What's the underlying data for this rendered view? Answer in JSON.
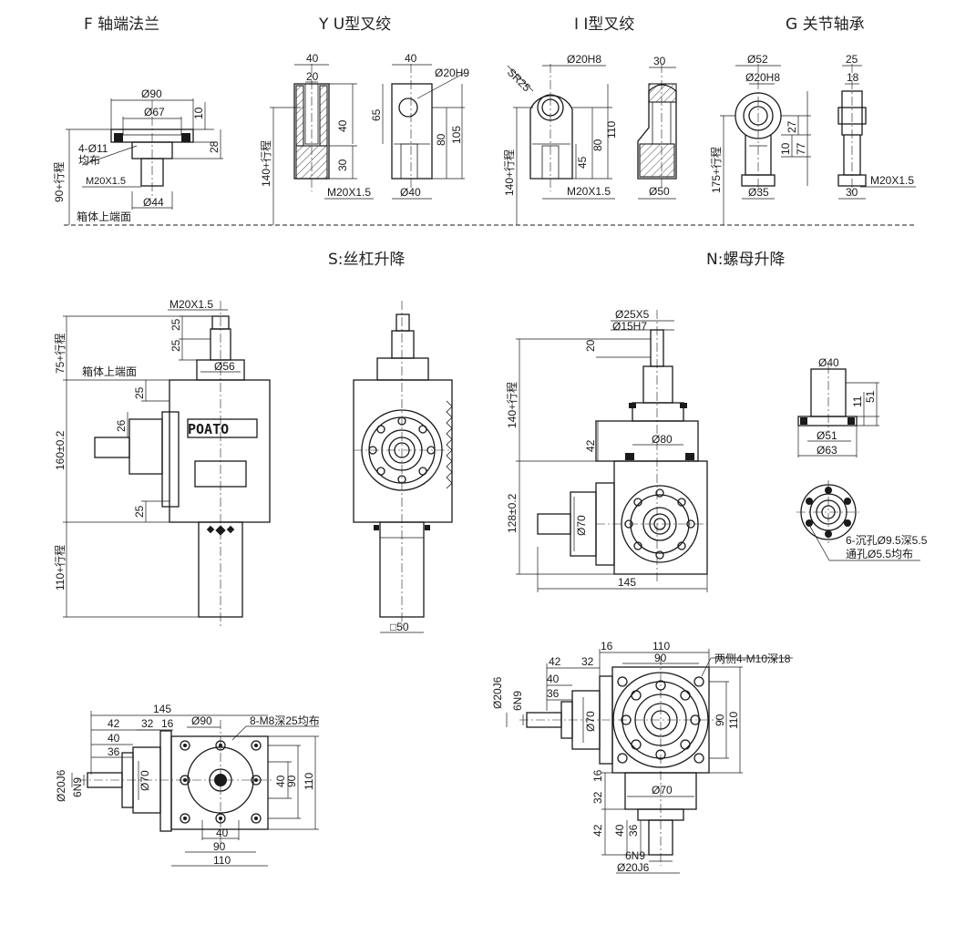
{
  "titles": {
    "f": "F 轴端法兰",
    "yu": "Y U型叉绞",
    "ii": "I I型叉绞",
    "g": "G 关节轴承",
    "s": "S:丝杠升降",
    "n": "N:螺母升降"
  },
  "flange_f": {
    "d90": "Ø90",
    "d67": "Ø67",
    "h10": "10",
    "h28": "28",
    "holes": "4-Ø11",
    "even": "均布",
    "thread": "M20X1.5",
    "d44": "Ø44",
    "stroke": "90+行程",
    "ref": "箱体上端面"
  },
  "yu": {
    "w40a": "40",
    "w20": "20",
    "h40": "40",
    "h30": "30",
    "stroke": "140+行程",
    "thread": "M20X1.5",
    "w40b": "40",
    "pin": "Ø20H9",
    "h65": "65",
    "h80": "80",
    "h105": "105",
    "d40": "Ø40"
  },
  "ii": {
    "sr": "SR25",
    "pin": "Ø20H8",
    "w30": "30",
    "h110": "110",
    "h80": "80",
    "h45": "45",
    "stroke": "140+行程",
    "thread": "M20X1.5",
    "d50": "Ø50"
  },
  "g": {
    "d52": "Ø52",
    "pin": "Ø20H8",
    "h27": "27",
    "h10": "10",
    "h77": "77",
    "stroke": "175+行程",
    "d35": "Ø35",
    "w25": "25",
    "w18": "18",
    "w30": "30",
    "thread": "M20X1.5"
  },
  "s": {
    "thread": "M20X1.5",
    "h25a": "25",
    "h25b": "25",
    "stroke75": "75+行程",
    "d56": "Ø56",
    "ref": "箱体上端面",
    "h25c": "25",
    "h26": "26",
    "h160": "160±0.2",
    "h25d": "25",
    "stroke110": "110+行程",
    "logo": "POATO",
    "sq50": "□50"
  },
  "n": {
    "d25": "Ø25X5",
    "d15": "Ø15H7",
    "h20": "20",
    "stroke140": "140+行程",
    "h42": "42",
    "d80": "Ø80",
    "h128": "128±0.2",
    "d70": "Ø70",
    "w145": "145",
    "d40": "Ø40",
    "d51": "Ø51",
    "d63": "Ø63",
    "h11": "11",
    "h51": "51",
    "holes": "6-沉孔Ø9.5深5.5",
    "through": "通孔Ø5.5均布"
  },
  "bl": {
    "w145": "145",
    "w42": "42",
    "w32": "32",
    "w16": "16",
    "w40": "40",
    "w36": "36",
    "d20": "Ø20J6",
    "k6": "6N9",
    "d90": "Ø90",
    "holes": "8-M8深25均布",
    "d70": "Ø70",
    "v40": "40",
    "v90": "90",
    "v110": "110",
    "b40": "40",
    "b90": "90",
    "b110": "110"
  },
  "br": {
    "w16": "16",
    "w110": "110",
    "w90": "90",
    "w42": "42",
    "w32": "32",
    "holes": "两侧4-M10深18",
    "d20": "Ø20J6",
    "k6": "6N9",
    "w40": "40",
    "w36": "36",
    "d70": "Ø70",
    "v90": "90",
    "v110": "110",
    "h16": "16",
    "h32": "32",
    "d70b": "Ø70",
    "h42": "42",
    "h40": "40",
    "h36": "36",
    "k6b": "6N9",
    "d20b": "Ø20J6"
  }
}
